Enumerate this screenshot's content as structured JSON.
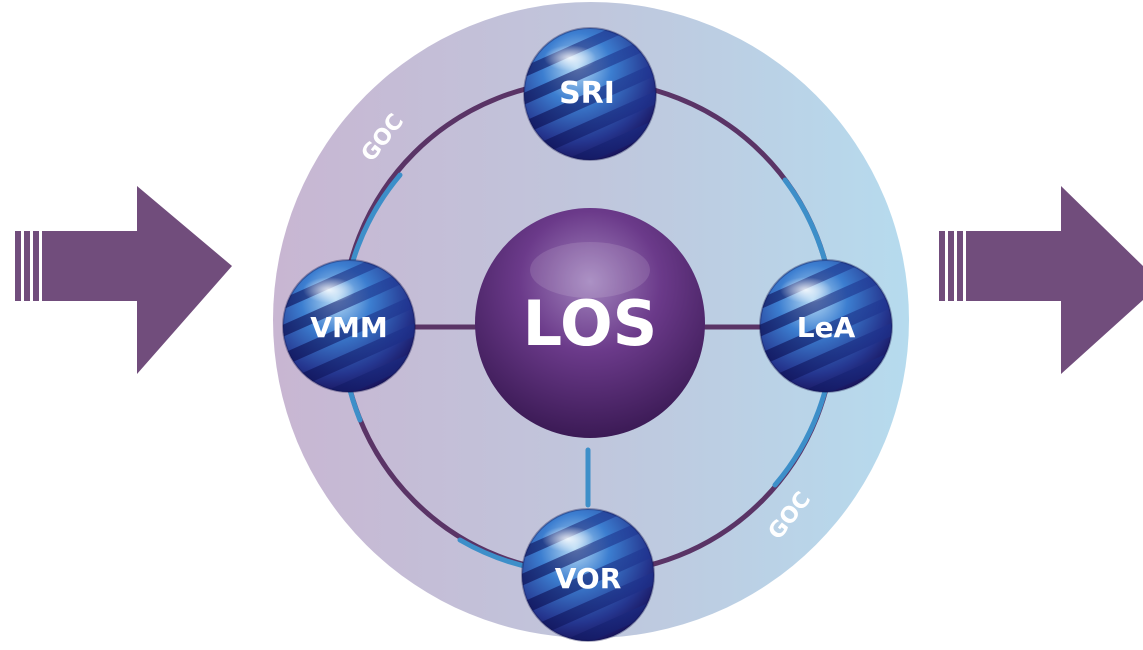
{
  "center_node": {
    "label": "LOS"
  },
  "satellite_nodes": {
    "top": {
      "label": "SRI"
    },
    "left": {
      "label": "VMM"
    },
    "right": {
      "label": "LeA"
    },
    "bottom": {
      "label": "VOR"
    }
  },
  "ring_labels": {
    "upper_left": "GOC",
    "lower_right": "GOC"
  },
  "colors": {
    "arrow": "#714d7c",
    "center_sphere": "#5b2a78",
    "ring_line_purple": "#5a3466",
    "ring_line_blue": "#3d8fc9",
    "backdrop_left": "#c6b5d0",
    "backdrop_right": "#b8d9ec"
  }
}
